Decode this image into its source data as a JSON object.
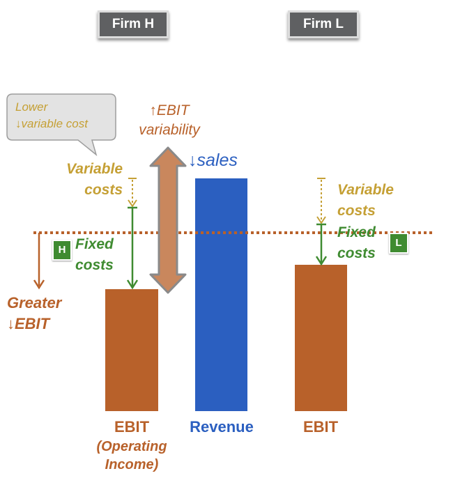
{
  "header": {
    "firm_h": "Firm H",
    "firm_l": "Firm L"
  },
  "callout": {
    "line1": "Lower",
    "line2": "↓variable cost"
  },
  "ebit_variability": {
    "line1": "↑EBIT",
    "line2": "variability"
  },
  "sales_label": "↓sales",
  "firm_h_side": {
    "variable_costs_line1": "Variable",
    "variable_costs_line2": "costs",
    "fixed_costs_line1": "Fixed",
    "fixed_costs_line2": "costs",
    "badge": "H",
    "greater_ebit_line1": "Greater",
    "greater_ebit_line2": "↓EBIT"
  },
  "firm_l_side": {
    "variable_costs_line1": "Variable",
    "variable_costs_line2": "costs",
    "fixed_costs_line1": "Fixed",
    "fixed_costs_line2": "costs",
    "badge": "L"
  },
  "bars": {
    "ebit_h_label": "EBIT",
    "ebit_h_sub1": "(Operating",
    "ebit_h_sub2": "Income)",
    "revenue_label": "Revenue",
    "ebit_l_label": "EBIT"
  },
  "colors": {
    "brown": "#b8612a",
    "blue": "#2b5fc0",
    "green": "#3f8b31",
    "mustard": "#c5a035",
    "variability_arrow": "#c9875d",
    "header_box": "#5f6062"
  }
}
